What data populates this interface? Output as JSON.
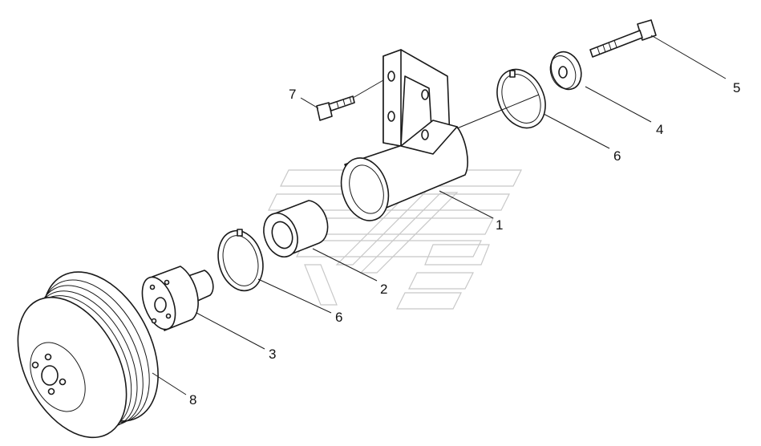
{
  "callouts": [
    {
      "id": "1",
      "label": "1"
    },
    {
      "id": "2",
      "label": "2"
    },
    {
      "id": "3",
      "label": "3"
    },
    {
      "id": "4",
      "label": "4"
    },
    {
      "id": "5",
      "label": "5"
    },
    {
      "id": "6a",
      "label": "6"
    },
    {
      "id": "6b",
      "label": "6"
    },
    {
      "id": "7",
      "label": "7"
    },
    {
      "id": "8",
      "label": "8"
    }
  ],
  "colors": {
    "line": "#1a1a1a",
    "watermark": "#c8c8c8",
    "background": "#ffffff"
  }
}
